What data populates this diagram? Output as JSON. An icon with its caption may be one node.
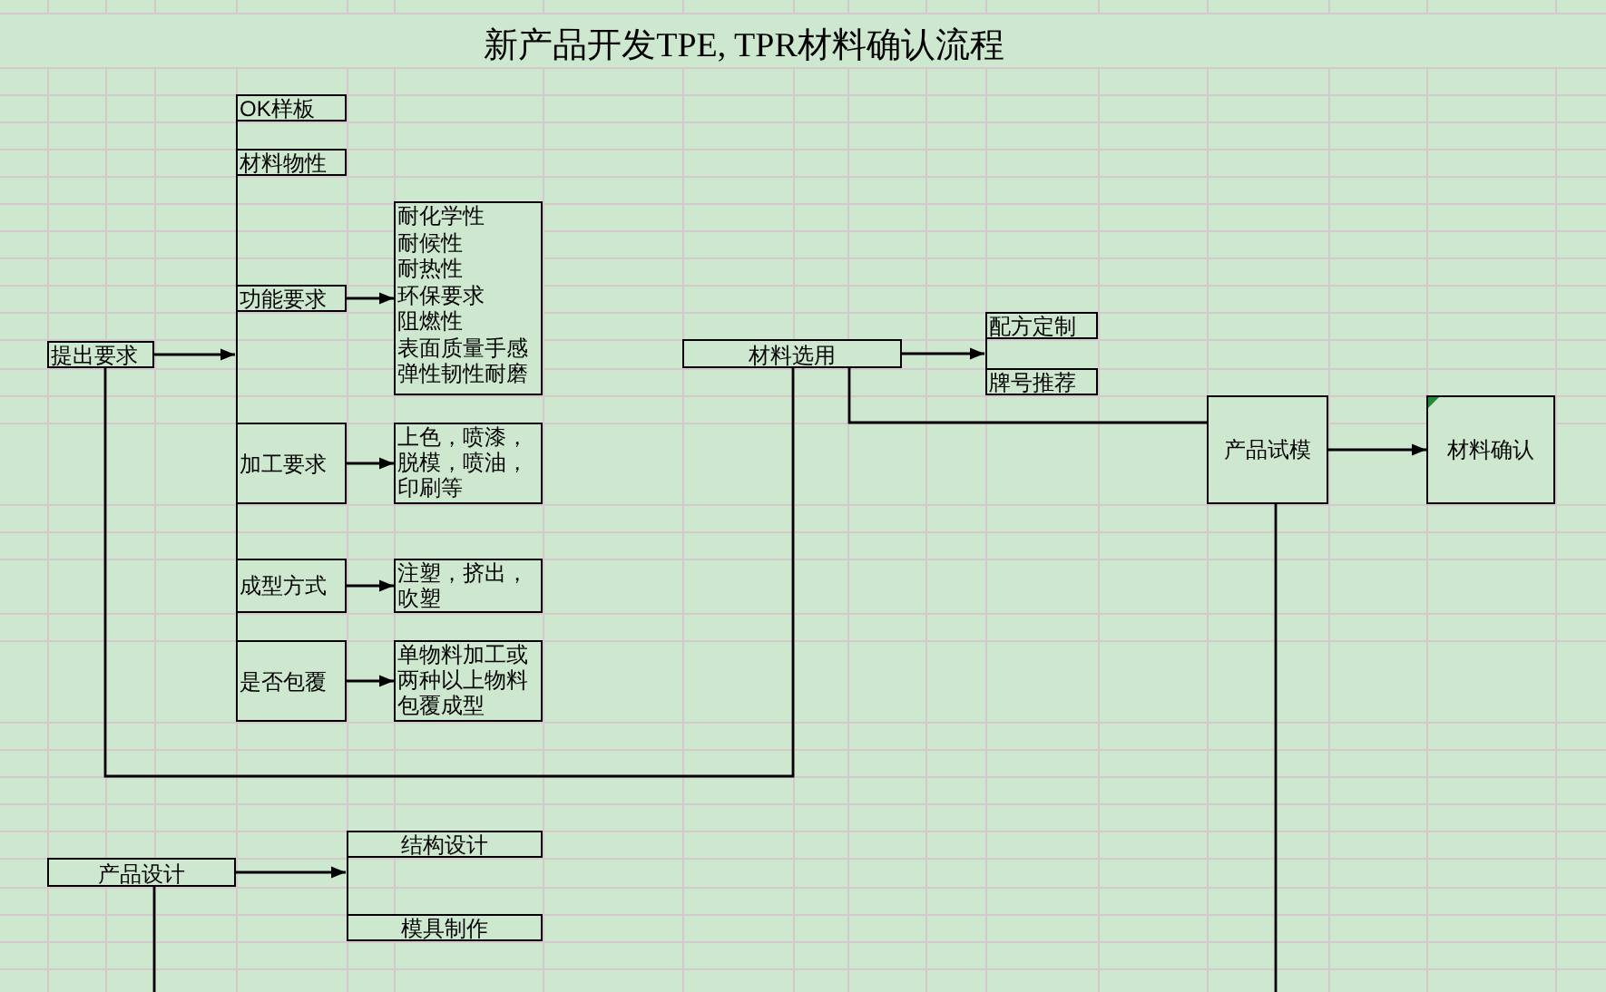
{
  "diagram": {
    "title": "新产品开发TPE, TPR材料确认流程",
    "nodes": [
      {
        "text": [
          "提出要求"
        ]
      },
      {
        "text": [],
        "shape": "bar"
      },
      {
        "text": [
          "OK样板"
        ]
      },
      {
        "text": [
          "材料物性"
        ]
      },
      {
        "text": [
          "功能要求"
        ]
      },
      {
        "text": [
          "耐化学性",
          "耐候性",
          "耐热性",
          "环保要求",
          "阻燃性",
          "表面质量手感",
          "弹性韧性耐磨"
        ]
      },
      {
        "text": [
          "加工要求"
        ]
      },
      {
        "text": [
          "上色，喷漆，脱模，喷油，印刷等"
        ]
      },
      {
        "text": [
          "成型方式"
        ]
      },
      {
        "text": [
          "注塑，挤出，吹塑"
        ]
      },
      {
        "text": [
          "是否包覆"
        ]
      },
      {
        "text": [
          "单物料加工或两种以上物料包覆成型"
        ]
      },
      {
        "text": [
          "材料选用"
        ]
      },
      {
        "text": [],
        "shape": "bar"
      },
      {
        "text": [
          "配方定制"
        ]
      },
      {
        "text": [
          "牌号推荐"
        ]
      },
      {
        "text": [
          "产品试模"
        ]
      },
      {
        "text": [
          "材料确认"
        ]
      },
      {
        "text": [
          "产品设计"
        ]
      },
      {
        "text": [],
        "shape": "bar"
      },
      {
        "text": [
          "结构设计"
        ]
      },
      {
        "text": [
          "模具制作"
        ]
      }
    ],
    "edges": [
      {
        "from": 0,
        "to": 1,
        "arrow": "to"
      },
      {
        "from": 4,
        "to": 5,
        "arrow": "to"
      },
      {
        "from": 6,
        "to": 7,
        "arrow": "to"
      },
      {
        "from": 8,
        "to": 9,
        "arrow": "to"
      },
      {
        "from": 10,
        "to": 11,
        "arrow": "to"
      },
      {
        "from": 0,
        "to": 12,
        "arrow": "none"
      },
      {
        "from": 12,
        "to": 13,
        "arrow": "to"
      },
      {
        "from": 12,
        "to": 16,
        "arrow": "none"
      },
      {
        "from": 16,
        "to": 17,
        "arrow": "to"
      },
      {
        "from": 16,
        "to": null,
        "arrow": "none"
      },
      {
        "from": 18,
        "to": 19,
        "arrow": "to"
      },
      {
        "from": 18,
        "to": null,
        "arrow": "none"
      }
    ]
  }
}
